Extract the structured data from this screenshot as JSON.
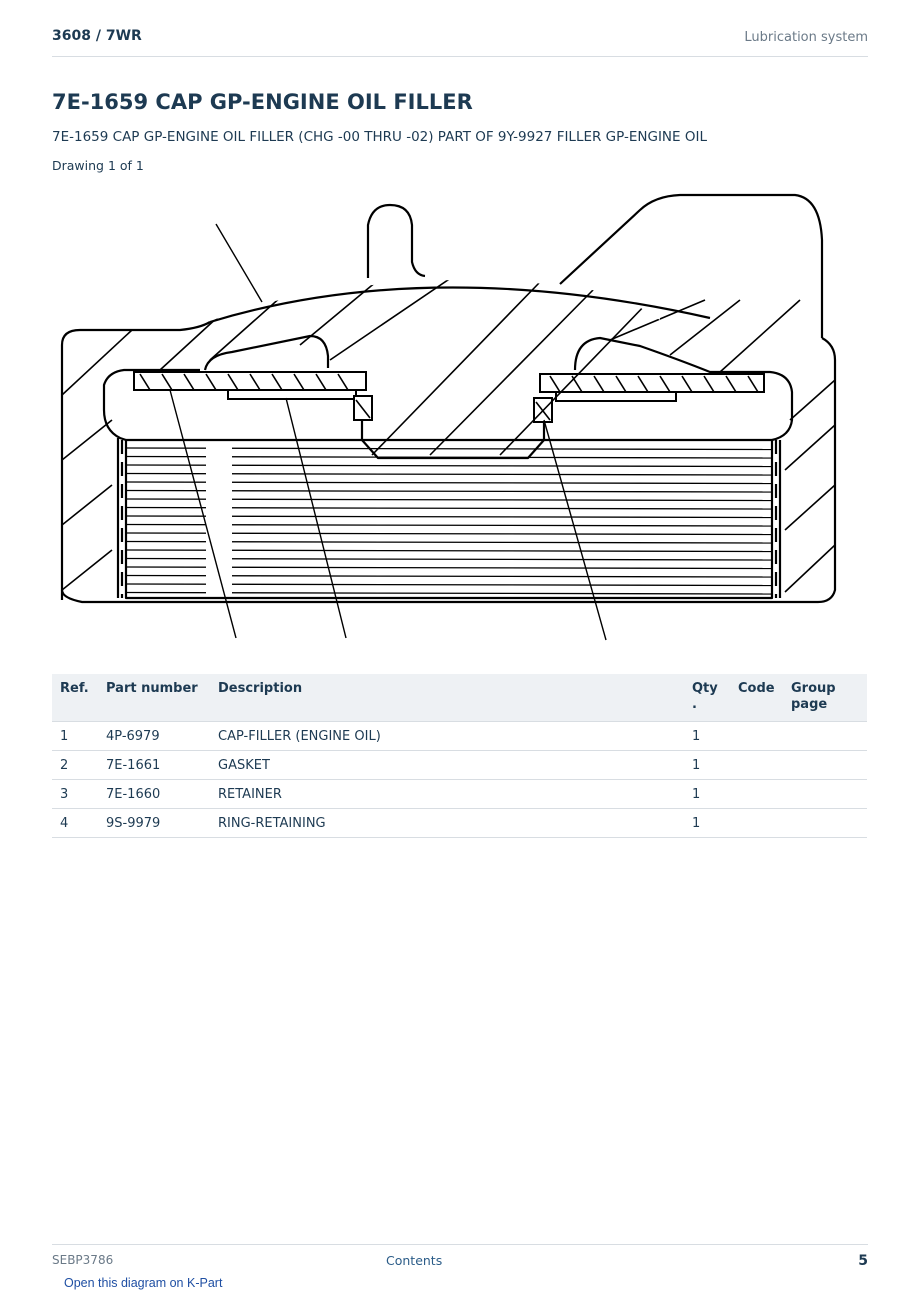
{
  "header": {
    "left": "3608  /  7WR",
    "right": "Lubrication system"
  },
  "title": "7E-1659 CAP GP-ENGINE OIL FILLER",
  "subtitle": "7E-1659 CAP GP-ENGINE OIL FILLER (CHG -00 THRU -02) PART OF 9Y-9927 FILLER GP-ENGINE OIL",
  "drawing_label": "Drawing 1 of 1",
  "table": {
    "headers": [
      "Ref.",
      "Part number",
      "Description",
      "Qty\n.",
      "Code",
      "Group\npage"
    ],
    "rows": [
      {
        "ref": "1",
        "part": "4P-6979",
        "desc": "CAP-FILLER (ENGINE OIL)",
        "qty": "1",
        "code": "",
        "group": ""
      },
      {
        "ref": "2",
        "part": "7E-1661",
        "desc": "GASKET",
        "qty": "1",
        "code": "",
        "group": ""
      },
      {
        "ref": "3",
        "part": "7E-1660",
        "desc": "RETAINER",
        "qty": "1",
        "code": "",
        "group": ""
      },
      {
        "ref": "4",
        "part": "9S-9979",
        "desc": "RING-RETAINING",
        "qty": "1",
        "code": "",
        "group": ""
      }
    ]
  },
  "footer": {
    "doc": "SEBP3786",
    "contents": "Contents",
    "page": "5"
  },
  "kpart_link": "Open this diagram on K-Part"
}
